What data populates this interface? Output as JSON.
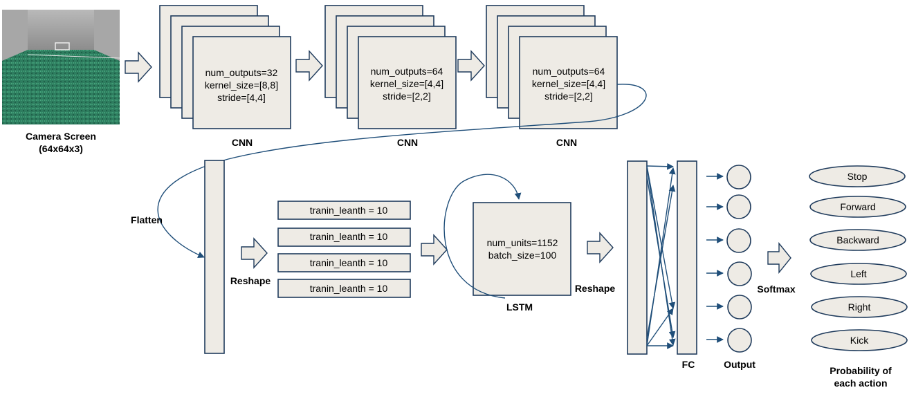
{
  "input": {
    "label_line1": "Camera Screen",
    "label_line2": "(64x64x3)"
  },
  "cnn_layers": [
    {
      "label": "CNN",
      "num_outputs": "num_outputs=32",
      "kernel_size": "kernel_size=[8,8]",
      "stride": "stride=[4,4]"
    },
    {
      "label": "CNN",
      "num_outputs": "num_outputs=64",
      "kernel_size": "kernel_size=[4,4]",
      "stride": "stride=[2,2]"
    },
    {
      "label": "CNN",
      "num_outputs": "num_outputs=64",
      "kernel_size": "kernel_size=[4,4]",
      "stride": "stride=[2,2]"
    }
  ],
  "flatten_label": "Flatten",
  "reshape_label_1": "Reshape",
  "sequence_rows": [
    "tranin_leanth = 10",
    "tranin_leanth = 10",
    "tranin_leanth = 10",
    "tranin_leanth = 10"
  ],
  "lstm": {
    "label": "LSTM",
    "num_units": "num_units=1152",
    "batch_size": "batch_size=100"
  },
  "reshape_label_2": "Reshape",
  "fc_label": "FC",
  "output_label": "Output",
  "softmax_label": "Softmax",
  "actions": [
    "Stop",
    "Forward",
    "Backward",
    "Left",
    "Right",
    "Kick"
  ],
  "probability_label_line1": "Probability of",
  "probability_label_line2": "each action",
  "colors": {
    "box_fill": "#eeebe5",
    "box_stroke": "#1f3b5c",
    "connector": "#1f4e79"
  }
}
